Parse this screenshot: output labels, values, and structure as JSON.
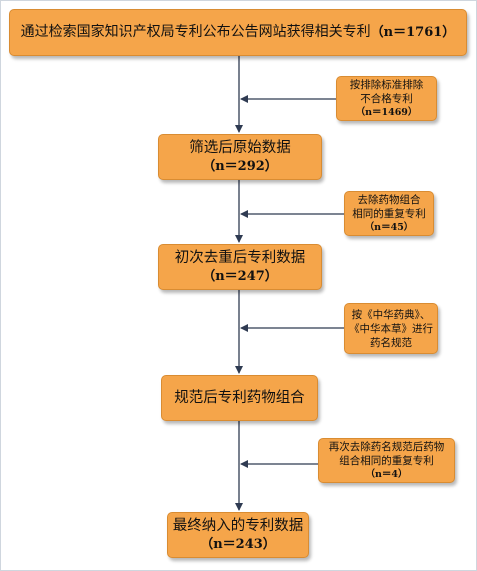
{
  "steps": [
    {
      "label": "通过检索国家知识产权局专利公布公告网站获得相关专利",
      "count": "（n＝1761）"
    },
    {
      "label": "筛选后原始数据",
      "count": "（n＝292）"
    },
    {
      "label": "初次去重后专利数据",
      "count": "（n＝247）"
    },
    {
      "label": "规范后专利药物组合",
      "count": ""
    },
    {
      "label": "最终纳入的专利数据",
      "count": "（n＝243）"
    }
  ],
  "exclusions": [
    {
      "line1": "按排除标准排除",
      "line2": "不合格专利",
      "count": "（n＝1469）"
    },
    {
      "line1": "去除药物组合",
      "line2": "相同的重复专利",
      "count": "（n＝45）"
    },
    {
      "line1": "按《中华药典》、",
      "line2": "《中华本草》进行",
      "line3": "药名规范"
    },
    {
      "line1": "再次去除药名规范后药物",
      "line2": "组合相同的重复专利",
      "count": "（n＝4）"
    }
  ]
}
